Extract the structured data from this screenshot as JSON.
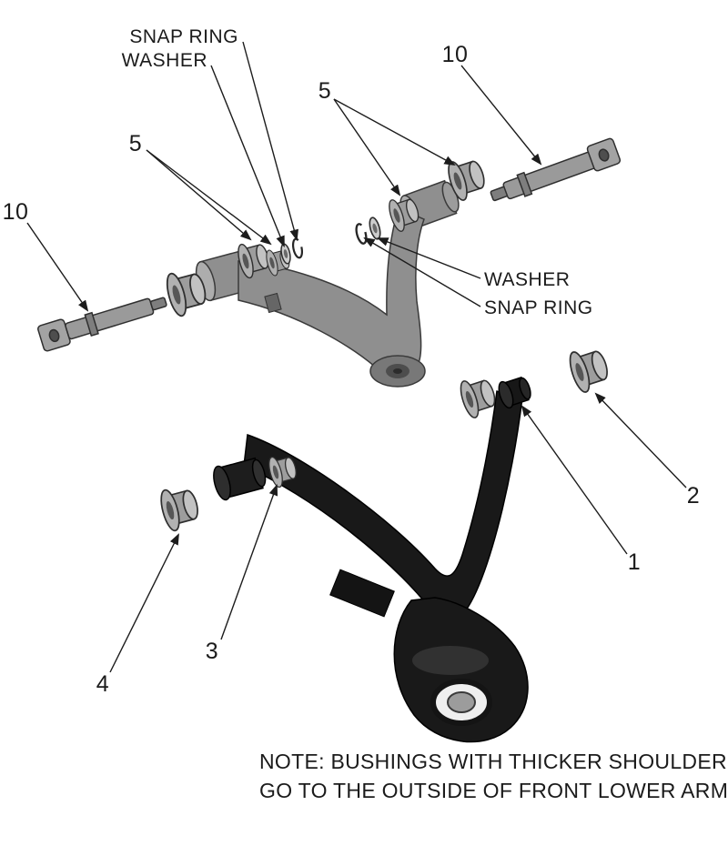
{
  "figure": {
    "background": "#ffffff",
    "ink": "#1c1c1c",
    "colors": {
      "upper_arm": "#8f8f8f",
      "upper_arm_hub": "#787878",
      "lower_arm": "#191919",
      "bushing_light": "#c2c2c2",
      "bushing_mid": "#9d9d9d",
      "shaft": "#9a9a9a"
    },
    "callouts": {
      "snap_ring_top": "SNAP RING",
      "washer_top": "WASHER",
      "five_left": "5",
      "five_right": "5",
      "ten_right": "10",
      "ten_left": "10",
      "washer_mid": "WASHER",
      "snap_ring_mid": "SNAP RING",
      "two": "2",
      "one": "1",
      "three": "3",
      "four": "4"
    },
    "note": {
      "line1": "NOTE: BUSHINGS WITH THICKER SHOULDERS",
      "line2": "GO TO THE OUTSIDE OF FRONT LOWER ARM."
    }
  }
}
